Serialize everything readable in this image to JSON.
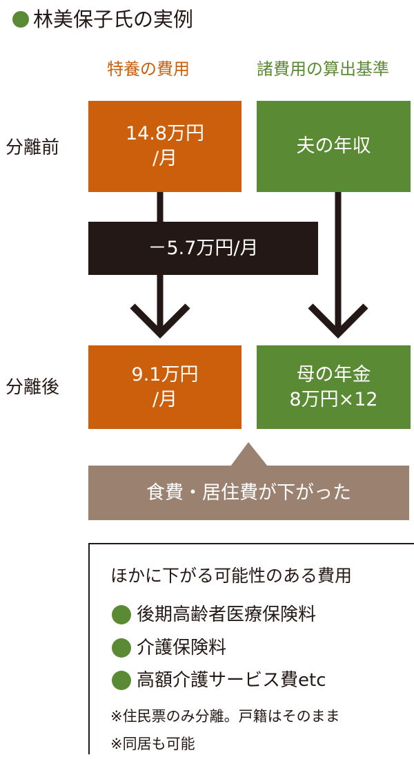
{
  "title": "林美保子氏の実例",
  "headers": {
    "left": "特養の費用",
    "right": "諸費用の算出基準"
  },
  "rows": {
    "before": "分離前",
    "after": "分離後"
  },
  "before": {
    "cost_line1": "14.8万円",
    "cost_line2": "/月",
    "basis": "夫の年収"
  },
  "reduction": "－5.7万円/月",
  "after": {
    "cost_line1": "9.1万円",
    "cost_line2": "/月",
    "basis_line1": "母の年金",
    "basis_line2": "8万円×12"
  },
  "callout": "食費・居住費が下がった",
  "note": {
    "title": "ほかに下がる可能性のある費用",
    "items": [
      "後期高齢者医療保険料",
      "介護保険料",
      "高額介護サービス費etc"
    ],
    "footnotes": [
      "※住民票のみ分離。戸籍はそのまま",
      "※同居も可能"
    ]
  },
  "colors": {
    "orange": "#cc5f0c",
    "green": "#5a8a33",
    "black": "#231815",
    "brown": "#9b8270"
  }
}
